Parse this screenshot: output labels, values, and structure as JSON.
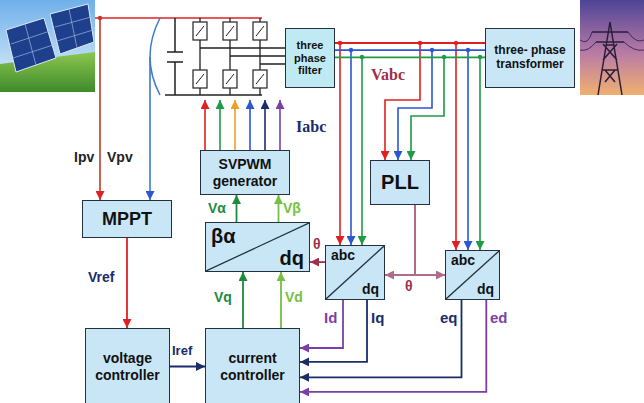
{
  "diagram": {
    "nodes": [
      {
        "text": [
          "three phase filter"
        ]
      },
      {
        "text": [
          "three- phase transformer"
        ]
      },
      {
        "text": [
          "SVPWM generator"
        ]
      },
      {
        "text": [
          "PLL"
        ]
      },
      {
        "text": [
          "MPPT"
        ]
      },
      {
        "text": [
          "βα",
          "dq"
        ]
      },
      {
        "text": [
          "abc",
          "dq"
        ]
      },
      {
        "text": [
          "abc",
          "dq"
        ]
      },
      {
        "text": [
          "voltage controller"
        ]
      },
      {
        "text": [
          "current controller"
        ]
      }
    ],
    "edges": [
      {
        "from": 0,
        "to": 1,
        "arrow": "none"
      },
      {
        "from": 0,
        "to": 1,
        "arrow": "none"
      },
      {
        "from": 0,
        "to": 1,
        "arrow": "none"
      },
      {
        "from": 4,
        "to": 8,
        "arrow": "to",
        "label": "Vref"
      },
      {
        "from": 8,
        "to": 9,
        "arrow": "to",
        "label": "Iref"
      },
      {
        "from": 9,
        "to": 5,
        "arrow": "to",
        "label": "Vq"
      },
      {
        "from": 9,
        "to": 5,
        "arrow": "to",
        "label": "Vd"
      },
      {
        "from": 5,
        "to": 2,
        "arrow": "to",
        "label": "Vα"
      },
      {
        "from": 5,
        "to": 2,
        "arrow": "to",
        "label": "Vβ"
      },
      {
        "from": 3,
        "to": 6,
        "arrow": "to"
      },
      {
        "from": 3,
        "to": 7,
        "arrow": "to"
      },
      {
        "from": 6,
        "to": 5,
        "arrow": "to",
        "label": "θ"
      },
      {
        "from": 6,
        "to": 9,
        "arrow": "to",
        "label": "Id"
      },
      {
        "from": 6,
        "to": 9,
        "arrow": "to",
        "label": "Iq"
      },
      {
        "from": 7,
        "to": 9,
        "arrow": "to",
        "label": "eq"
      },
      {
        "from": 7,
        "to": 9,
        "arrow": "to",
        "label": "ed"
      }
    ],
    "labels": [
      "Ipv",
      "Vpv",
      "Vabc",
      "Iabc",
      "θ"
    ]
  }
}
